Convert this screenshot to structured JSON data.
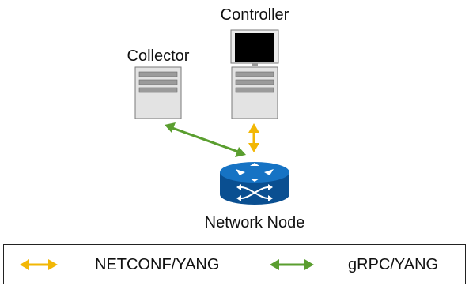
{
  "nodes": {
    "controller": {
      "label": "Controller"
    },
    "collector": {
      "label": "Collector"
    },
    "network_node": {
      "label": "Network Node"
    }
  },
  "legend": {
    "items": [
      {
        "label": "NETCONF/YANG",
        "color": "#f2b705"
      },
      {
        "label": "gRPC/YANG",
        "color": "#5a9e2f"
      }
    ]
  },
  "colors": {
    "router_blue": "#0f5fa8",
    "server_gray": "#d9d9d9",
    "monitor_black": "#000000"
  }
}
